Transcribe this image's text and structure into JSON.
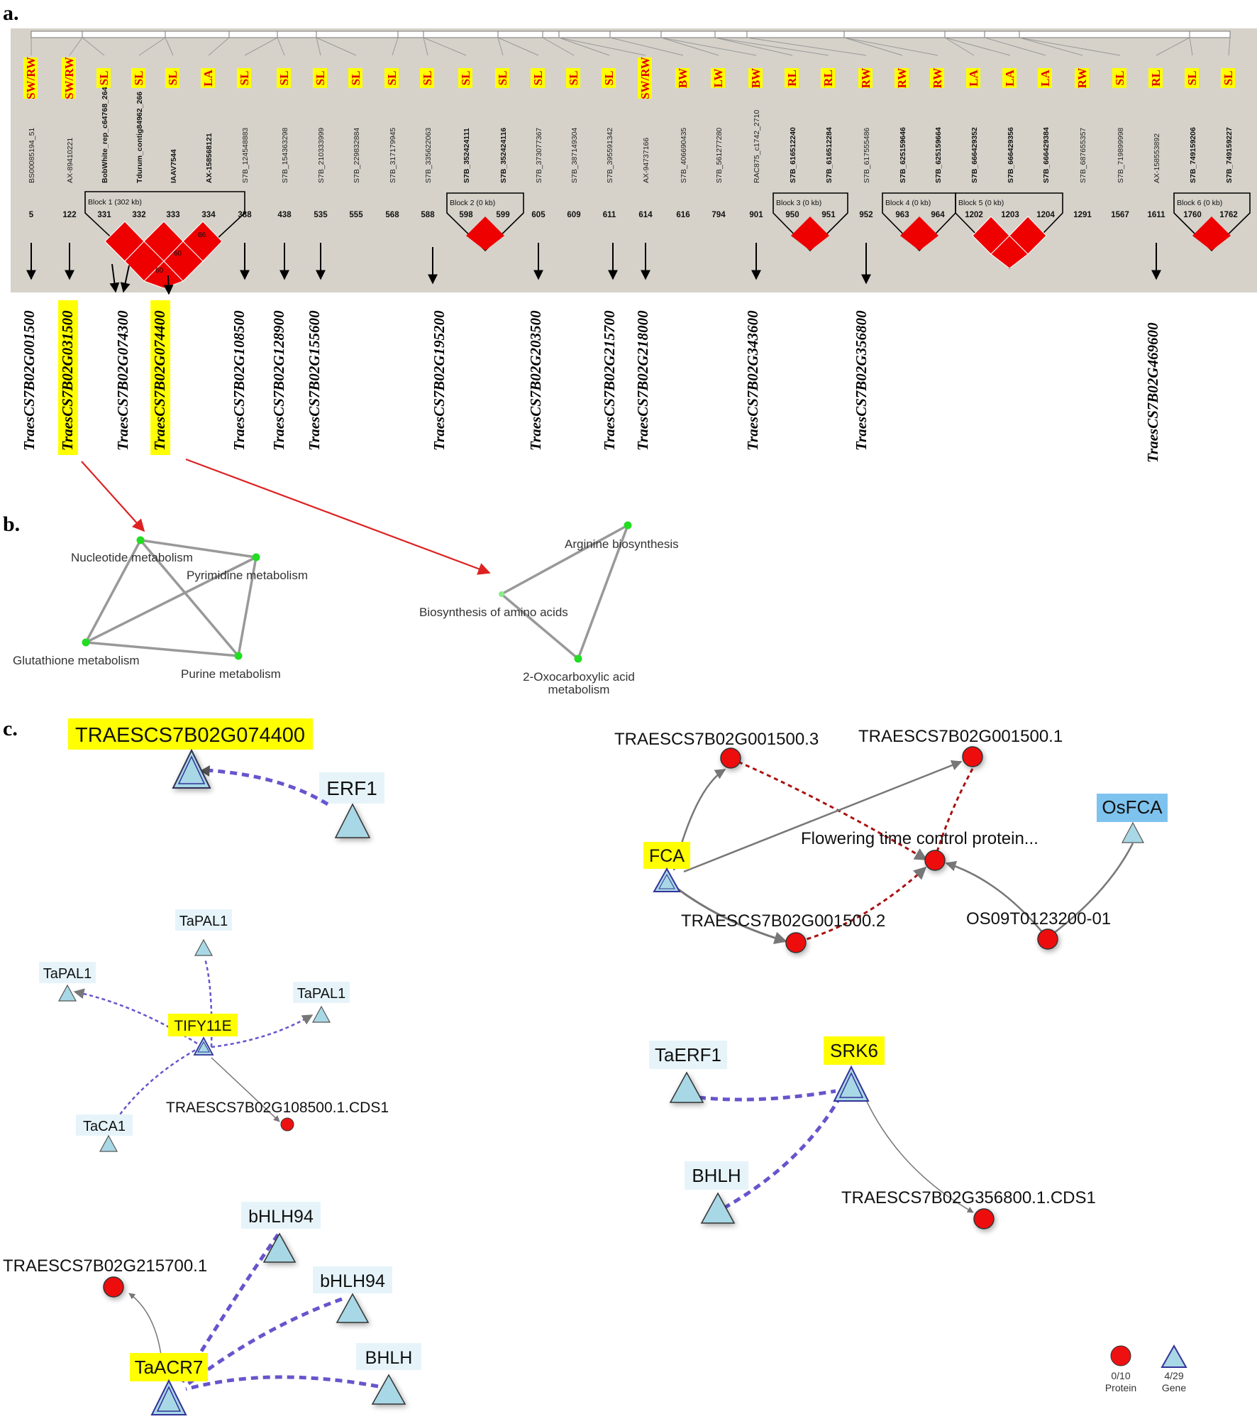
{
  "panels": {
    "a": "a.",
    "b": "b.",
    "c": "c."
  },
  "colors": {
    "highlight": "#ffff00",
    "trait_text": "#e00000",
    "ld_red": "#ee0000",
    "panel_bg": "#d6d2ca",
    "node_green": "#22dd22",
    "protein": "#ee1111",
    "gene": "#a8d8e6",
    "dashed_edge": "#6655cc",
    "red_dashed_edge": "#aa1111",
    "red_arrow": "#dd2222"
  },
  "markers": [
    {
      "name": "BS00085194_51",
      "trait": "SW/RW",
      "pos": "5",
      "bold": false
    },
    {
      "name": "AX-89410221",
      "trait": "SW/RW",
      "pos": "122",
      "bold": false
    },
    {
      "name": "BobWhite_rep_c64768_264",
      "trait": "SL",
      "pos": "331",
      "bold": true
    },
    {
      "name": "Tdurum_contig84962_266",
      "trait": "SL",
      "pos": "332",
      "bold": true
    },
    {
      "name": "IAAV7544",
      "trait": "SL",
      "pos": "333",
      "bold": true
    },
    {
      "name": "AX-158568121",
      "trait": "LA",
      "pos": "334",
      "bold": true
    },
    {
      "name": "S7B_124548883",
      "trait": "SL",
      "pos": "388",
      "bold": false
    },
    {
      "name": "S7B_154363298",
      "trait": "SL",
      "pos": "438",
      "bold": false
    },
    {
      "name": "S7B_210333999",
      "trait": "SL",
      "pos": "535",
      "bold": false
    },
    {
      "name": "S7B_229832884",
      "trait": "SL",
      "pos": "555",
      "bold": false
    },
    {
      "name": "S7B_317179945",
      "trait": "SL",
      "pos": "568",
      "bold": false
    },
    {
      "name": "S7B_335622063",
      "trait": "SL",
      "pos": "588",
      "bold": false
    },
    {
      "name": "S7B_352424111",
      "trait": "SL",
      "pos": "598",
      "bold": true
    },
    {
      "name": "S7B_352424116",
      "trait": "SL",
      "pos": "599",
      "bold": true
    },
    {
      "name": "S7B_373077367",
      "trait": "SL",
      "pos": "605",
      "bold": false
    },
    {
      "name": "S7B_387149304",
      "trait": "SL",
      "pos": "609",
      "bold": false
    },
    {
      "name": "S7B_395591342",
      "trait": "SL",
      "pos": "611",
      "bold": false
    },
    {
      "name": "AX-94737166",
      "trait": "SW/RW",
      "pos": "614",
      "bold": false
    },
    {
      "name": "S7B_406690435",
      "trait": "BW",
      "pos": "616",
      "bold": false
    },
    {
      "name": "S7B_561277280",
      "trait": "LW",
      "pos": "794",
      "bold": false
    },
    {
      "name": "RAC875_c1742_2710",
      "trait": "BW",
      "pos": "901",
      "bold": false
    },
    {
      "name": "S7B_616512240",
      "trait": "RL",
      "pos": "950",
      "bold": true
    },
    {
      "name": "S7B_616512284",
      "trait": "RL",
      "pos": "951",
      "bold": true
    },
    {
      "name": "S7B_617555486",
      "trait": "RW",
      "pos": "952",
      "bold": false
    },
    {
      "name": "S7B_625159646",
      "trait": "RW",
      "pos": "963",
      "bold": true
    },
    {
      "name": "S7B_625159664",
      "trait": "RW",
      "pos": "964",
      "bold": true
    },
    {
      "name": "S7B_666429352",
      "trait": "LA",
      "pos": "1202",
      "bold": true
    },
    {
      "name": "S7B_666429356",
      "trait": "LA",
      "pos": "1203",
      "bold": true
    },
    {
      "name": "S7B_666429384",
      "trait": "LA",
      "pos": "1204",
      "bold": true
    },
    {
      "name": "S7B_687655357",
      "trait": "RW",
      "pos": "1291",
      "bold": false
    },
    {
      "name": "S7B_719899998",
      "trait": "SL",
      "pos": "1567",
      "bold": false
    },
    {
      "name": "AX-158553892",
      "trait": "RL",
      "pos": "1611",
      "bold": false
    },
    {
      "name": "S7B_749159206",
      "trait": "SL",
      "pos": "1760",
      "bold": true
    },
    {
      "name": "S7B_749159227",
      "trait": "SL",
      "pos": "1762",
      "bold": true
    }
  ],
  "blocks": [
    {
      "label": "Block 1 (302 kb)",
      "ld_values": [
        "86",
        "60",
        "60"
      ]
    },
    {
      "label": "Block 2 (0 kb)"
    },
    {
      "label": "Block 3 (0 kb)"
    },
    {
      "label": "Block 4 (0 kb)"
    },
    {
      "label": "Block 5 (0 kb)"
    },
    {
      "label": "Block 6 (0 kb)"
    }
  ],
  "genes": [
    {
      "id": "TraesCS7B02G001500",
      "highlight": false
    },
    {
      "id": "TraesCS7B02G031500",
      "highlight": true
    },
    {
      "id": "TraesCS7B02G074300",
      "highlight": false
    },
    {
      "id": "TraesCS7B02G074400",
      "highlight": true
    },
    {
      "id": "TraesCS7B02G108500",
      "highlight": false
    },
    {
      "id": "TraesCS7B02G128900",
      "highlight": false
    },
    {
      "id": "TraesCS7B02G155600",
      "highlight": false
    },
    {
      "id": "TraesCS7B02G195200",
      "highlight": false
    },
    {
      "id": "TraesCS7B02G203500",
      "highlight": false
    },
    {
      "id": "TraesCS7B02G215700",
      "highlight": false
    },
    {
      "id": "TraesCS7B02G218000",
      "highlight": false
    },
    {
      "id": "TraesCS7B02G343600",
      "highlight": false
    },
    {
      "id": "TraesCS7B02G356800",
      "highlight": false
    },
    {
      "id": "TraesCS7B02G469600",
      "highlight": false
    }
  ],
  "kegg": {
    "left": [
      "Nucleotide metabolism",
      "Pyrimidine metabolism",
      "Glutathione metabolism",
      "Purine metabolism"
    ],
    "right": [
      "Arginine biosynthesis",
      "Biosynthesis of amino acids",
      "2-Oxocarboxylic acid",
      "metabolism"
    ]
  },
  "networks": {
    "erf": {
      "target": "TRAESCS7B02G074400",
      "regulator": "ERF1"
    },
    "tify": {
      "center": "TIFY11E",
      "pal": [
        "TaPAL1",
        "TaPAL1",
        "TaPAL1"
      ],
      "ca": "TaCA1",
      "protein": "TRAESCS7B02G108500.1.CDS1"
    },
    "acr": {
      "center": "TaACR7",
      "protein": "TRAESCS7B02G215700.1",
      "regs": [
        "bHLH94",
        "bHLH94",
        "BHLH"
      ]
    },
    "fca": {
      "gene": "FCA",
      "p3": "TRAESCS7B02G001500.3",
      "p1": "TRAESCS7B02G001500.1",
      "p2": "TRAESCS7B02G001500.2",
      "ftc": "Flowering time control protein...",
      "osfca": "OsFCA",
      "os_prot": "OS09T0123200-01"
    },
    "srk": {
      "center": "SRK6",
      "erf": "TaERF1",
      "bhlh": "BHLH",
      "protein": "TRAESCS7B02G356800.1.CDS1"
    }
  },
  "legend": {
    "protein_count": "0/10",
    "protein_label": "Protein",
    "gene_count": "4/29",
    "gene_label": "Gene"
  }
}
